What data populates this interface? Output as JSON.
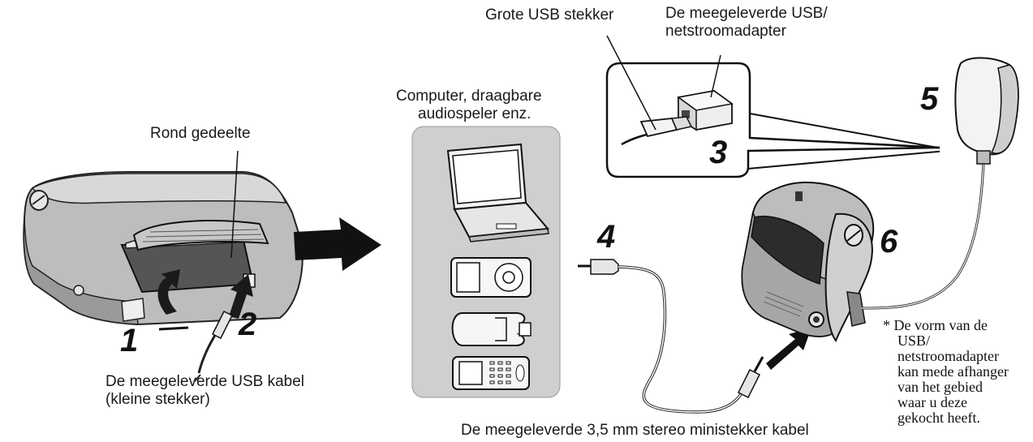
{
  "labels": {
    "round_part": "Rond gedeelte",
    "large_usb_plug": "Grote USB stekker",
    "usb_adapter_line1": "De meegeleverde USB/",
    "usb_adapter_line2": "netstroomadapter",
    "computer_line1": "Computer, draagbare",
    "computer_line2": "audiospeler enz.",
    "usb_cable_line1": "De meegeleverde USB kabel",
    "usb_cable_line2": "(kleine stekker)",
    "stereo_cable": "De meegeleverde 3,5 mm stereo ministekker kabel"
  },
  "steps": [
    "1",
    "2",
    "3",
    "4",
    "5",
    "6"
  ],
  "footnote": {
    "lines": [
      "* De vorm van de",
      "USB/",
      "netstroomadapter",
      "kan mede afhanger",
      "van het gebied",
      "waar u deze",
      "gekocht heeft."
    ]
  },
  "icons": [
    "speaker-back-icon",
    "laptop-icon",
    "media-player-icon",
    "usb-stick-icon",
    "phone-icon",
    "usb-adapter-icon",
    "speaker-front-icon",
    "big-arrow-icon"
  ]
}
